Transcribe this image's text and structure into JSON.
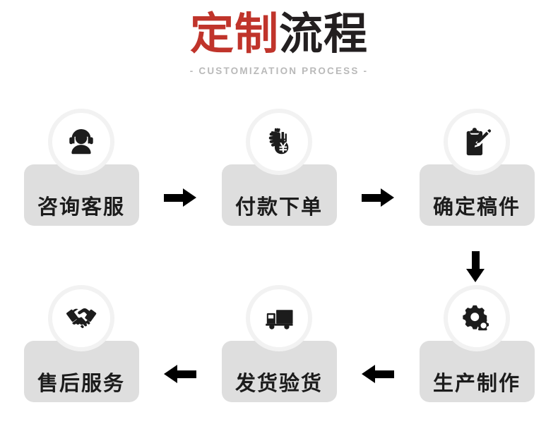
{
  "header": {
    "title_highlight": "定制",
    "title_rest": "流程",
    "subtitle": "- CUSTOMIZATION PROCESS -",
    "accent_color": "#c0342b",
    "title_color": "#231f20",
    "subtitle_color": "#b9b9b9"
  },
  "theme": {
    "card_bg": "#dedede",
    "circle_bg": "#ffffff",
    "circle_ring": "#f2f2f2",
    "icon_color": "#1c1c1c",
    "arrow_color": "#000000",
    "page_bg": "#ffffff"
  },
  "flow": {
    "rows": [
      {
        "direction": "right",
        "steps": [
          {
            "index": "1",
            "label": "咨询客服",
            "icon": "headset-support-agent-icon"
          },
          {
            "index": "2",
            "label": "付款下单",
            "icon": "hand-money-bag-yen-icon"
          },
          {
            "index": "3",
            "label": "确定稿件",
            "icon": "clipboard-pencil-icon"
          }
        ]
      },
      {
        "direction": "left",
        "steps": [
          {
            "index": "6",
            "label": "售后服务",
            "icon": "handshake-icon"
          },
          {
            "index": "5",
            "label": "发货验货",
            "icon": "delivery-truck-icon"
          },
          {
            "index": "4",
            "label": "生产制作",
            "icon": "gears-icon"
          }
        ]
      }
    ],
    "connectors": [
      {
        "name": "arrow-step1-to-step2",
        "glyph": "→"
      },
      {
        "name": "arrow-step2-to-step3",
        "glyph": "→"
      },
      {
        "name": "arrow-step3-to-step4",
        "glyph": "↓"
      },
      {
        "name": "arrow-step4-to-step5",
        "glyph": "←"
      },
      {
        "name": "arrow-step5-to-step6",
        "glyph": "←"
      }
    ]
  }
}
